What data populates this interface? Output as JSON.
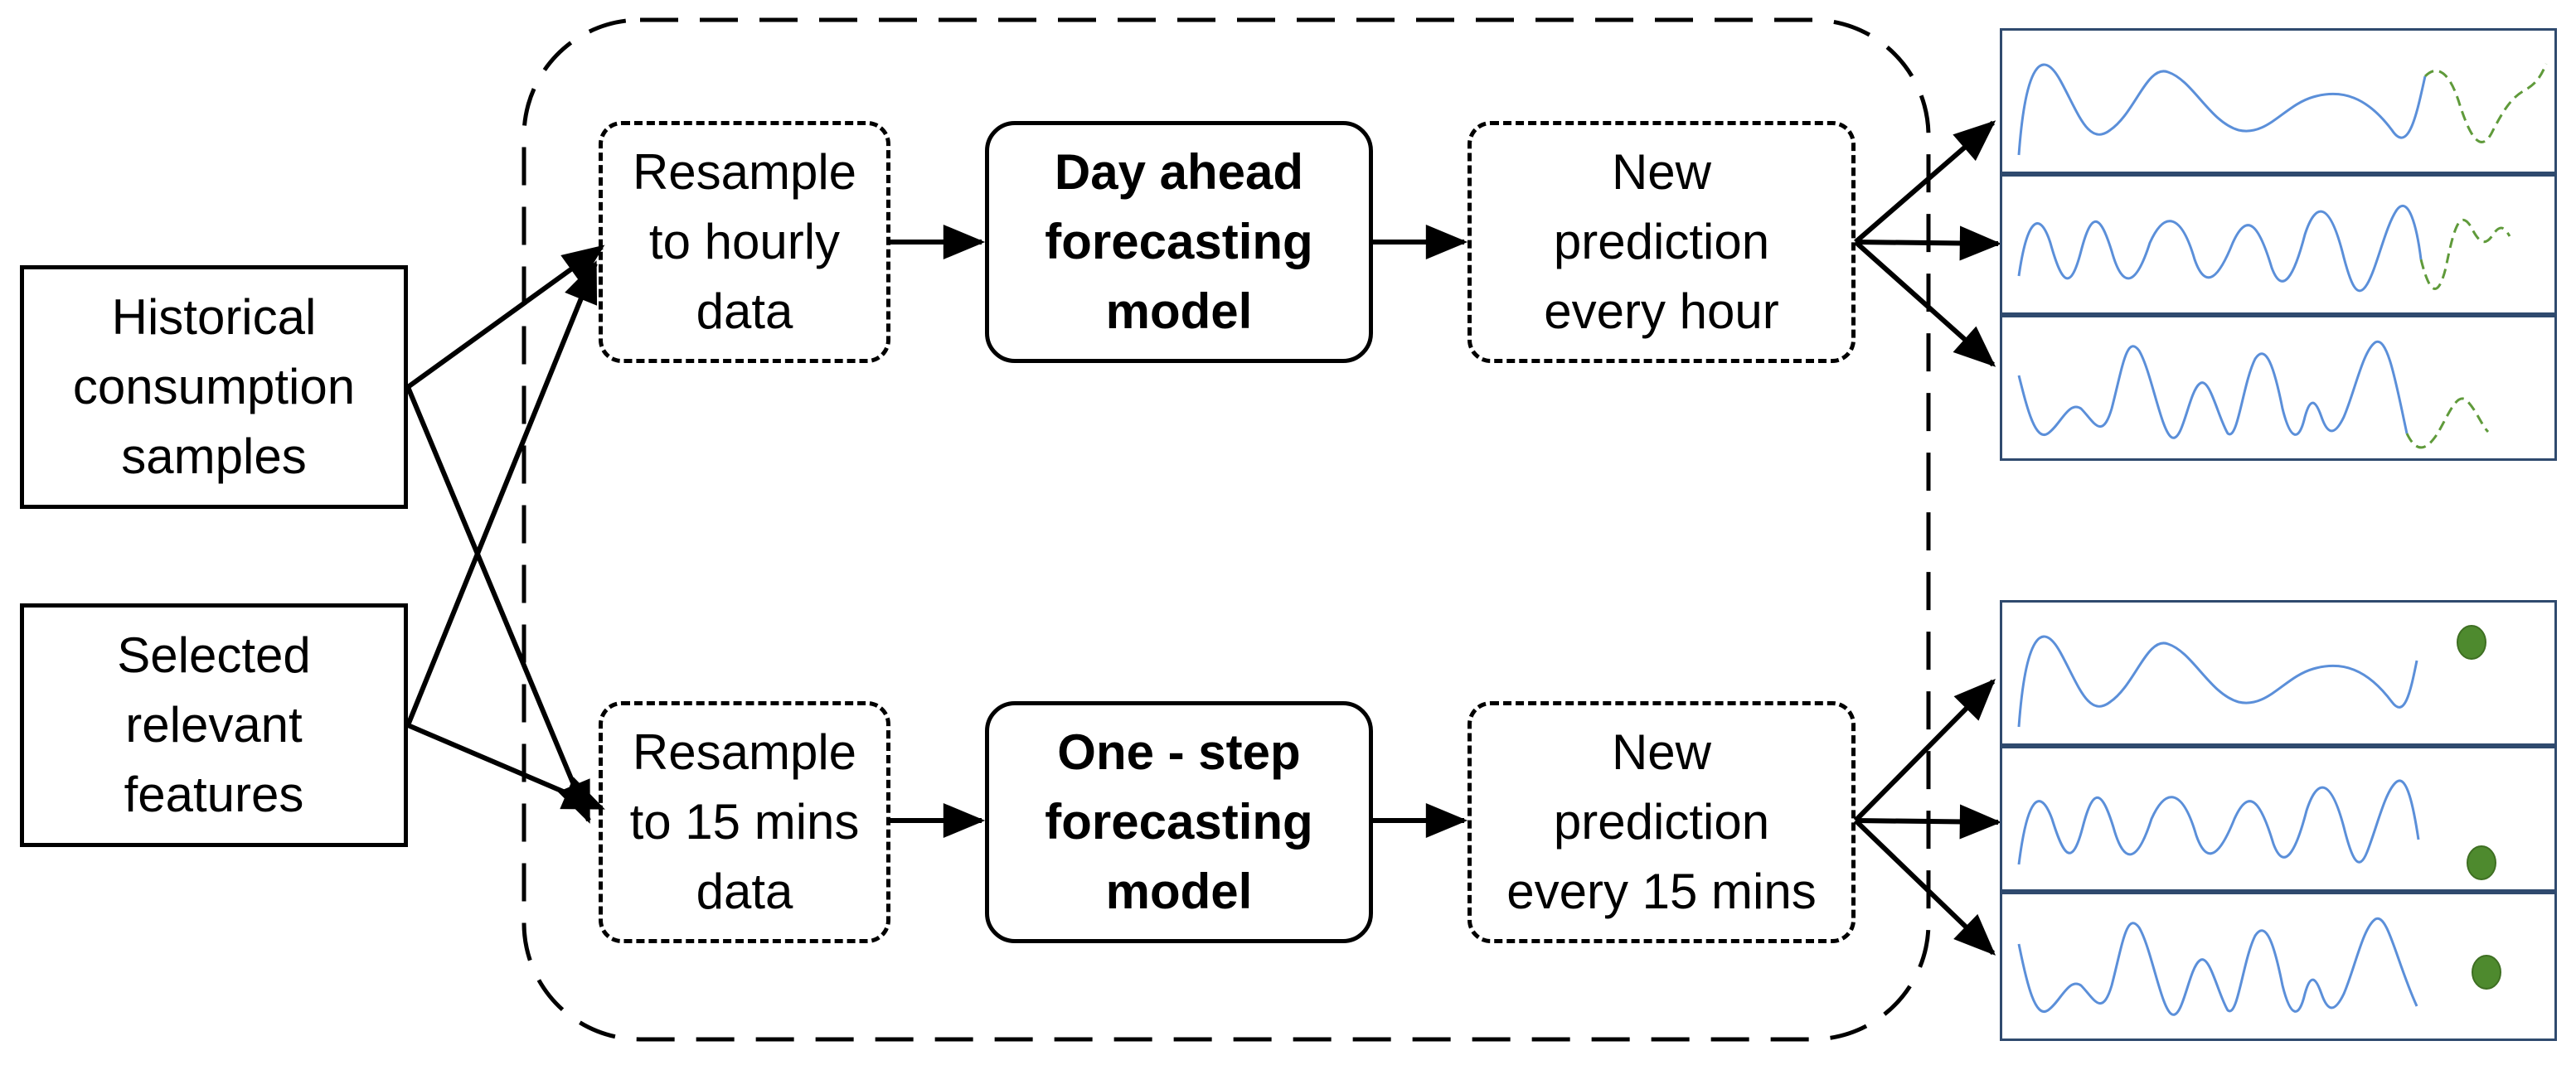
{
  "inputs": {
    "historical": "Historical\nconsumption\nsamples",
    "features": "Selected\nrelevant\nfeatures"
  },
  "hourly_branch": {
    "resample": "Resample\nto hourly\ndata",
    "model": "Day ahead\nforecasting\nmodel",
    "output": "New\nprediction\nevery hour"
  },
  "fifteen_min_branch": {
    "resample": "Resample\nto 15 mins\ndata",
    "model": "One - step\nforecasting\nmodel",
    "output": "New\nprediction\nevery 15 mins"
  },
  "colors": {
    "line": "#5b8fd9",
    "forecast": "#5f9a3a",
    "dot": "#4e8a2e",
    "panel_border": "#2f4a6e"
  },
  "icons": {
    "hourly_panels": "line-plot-with-dashed-forecast-icon",
    "fifteen_min_panels": "line-plot-with-single-point-forecast-icon"
  }
}
